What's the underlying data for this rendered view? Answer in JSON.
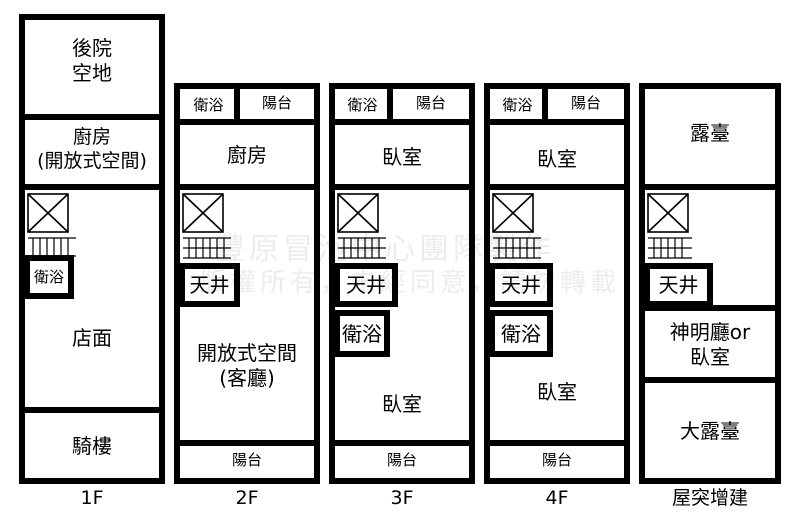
{
  "watermark": {
    "line1": "豐原冒泡中心團隊製作",
    "line2": "版權所有，未經同意，請勿轉載！"
  },
  "floors": [
    {
      "label": "1F",
      "rooms": {
        "backyard": "後院\n空地",
        "kitchen": "廚房\n(開放式空間)",
        "bath": "衛浴",
        "shop": "店面",
        "arcade": "騎樓"
      }
    },
    {
      "label": "2F",
      "rooms": {
        "bath": "衛浴",
        "balcony_top": "陽台",
        "kitchen": "廚房",
        "skylight": "天井",
        "living": "開放式空間\n(客廳)",
        "balcony_bottom": "陽台"
      }
    },
    {
      "label": "3F",
      "rooms": {
        "bath_top": "衛浴",
        "balcony_top": "陽台",
        "bedroom_top": "臥室",
        "skylight": "天井",
        "bath_mid": "衛浴",
        "bedroom_bottom": "臥室",
        "balcony_bottom": "陽台"
      }
    },
    {
      "label": "4F",
      "rooms": {
        "bath_top": "衛浴",
        "balcony_top": "陽台",
        "bedroom_top": "臥室",
        "skylight": "天井",
        "bath_mid": "衛浴",
        "bedroom_bottom": "臥室",
        "balcony_bottom": "陽台"
      }
    },
    {
      "label": "屋突增建",
      "rooms": {
        "terrace": "露臺",
        "skylight": "天井",
        "shrine": "神明廳or\n臥室",
        "big_terrace": "大露臺"
      }
    }
  ]
}
